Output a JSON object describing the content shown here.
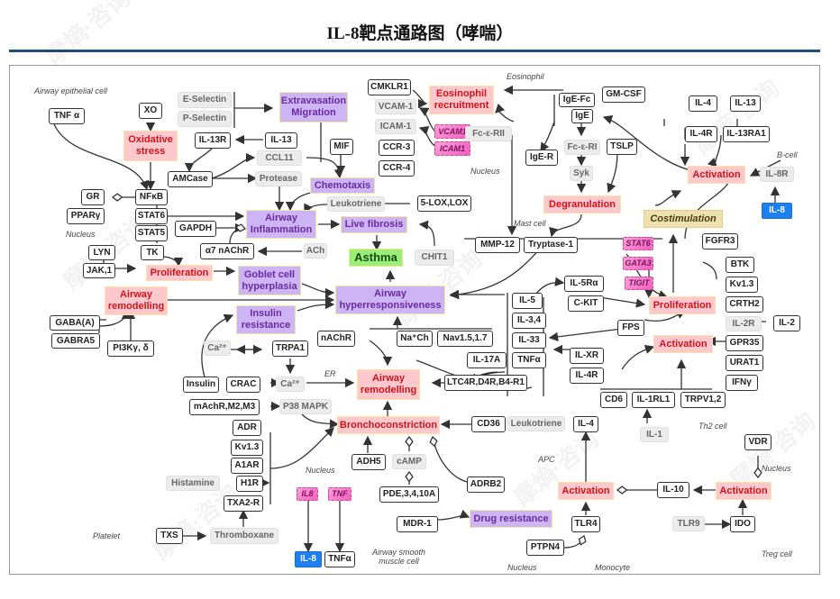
{
  "title": "IL-8靶点通路图（哮喘）",
  "watermark": "摩熵·咨询",
  "regions": {
    "airway_epithelial_cell": "Airway epithelial cell",
    "eosinophil": "Eosinophil",
    "nucleus": "Nucleus",
    "mast_cell": "Mast cell",
    "b_cell": "B-cell",
    "er": "ER",
    "th2_cell": "Th2 cell",
    "apc": "APC",
    "platelet": "Platelet",
    "airway_smooth_muscle_cell": "Airway smooth\nmuscle cell",
    "monocyte": "Monocyte",
    "treg_cell": "Treg cell"
  },
  "nodes": {
    "tnf_alpha_top": "TNF α",
    "xo": "XO",
    "oxidative_stress": "Oxidative\nstress",
    "e_selectin": "E-Selectin",
    "p_selectin": "P-Selectin",
    "extravasation": "Extravasation\nMigration",
    "il13r": "IL-13R",
    "il13_a": "IL-13",
    "amcase": "AMCase",
    "ccl11": "CCL11",
    "protease": "Protease",
    "mif": "MIF",
    "cmklr1": "CMKLR1",
    "vcam1": "VCAM-1",
    "icam1": "ICAM-1",
    "ccr3": "CCR-3",
    "ccr4": "CCR-4",
    "vcam1_gene": "VCAM1",
    "icam1_gene": "ICAM1",
    "eos_recruit": "Eosinophil\nrecruitment",
    "chemotaxis": "Chemotaxis",
    "leukotriene_a": "Leukotriene",
    "lox": "5-LOX,LOX",
    "gr": "GR",
    "pparg": "PPARγ",
    "nfkb": "NFκB",
    "stat6": "STAT6",
    "stat5": "STAT5",
    "gapdh": "GAPDH",
    "airway_inflammation": "Airway\nInflammation",
    "live_fibrosis": "Live fibrosis",
    "a7nachr": "α7 nAChR",
    "ach": "ACh",
    "asthma": "Asthma",
    "chit1": "CHIT1",
    "lyn": "LYN",
    "jak1": "JAK,1",
    "tk": "TK",
    "proliferation_a": "Proliferation",
    "goblet": "Goblet cell\nhyperplasia",
    "airway_remodel_a": "Airway\nremodelling",
    "gabaa": "GABA(A)",
    "gabra5": "GABRA5",
    "pi3k": "PI3Kγ, δ",
    "insulin_res": "Insulin\nresistance",
    "ahr": "Airway\nhyperresponsiveness",
    "ige_fc": "IgE-Fc",
    "gmcsf": "GM-CSF",
    "ige": "IgE",
    "fceRII": "Fc-ε-RII",
    "ige_r": "IgE-R",
    "fceRI": "Fc-ε-RI",
    "syk": "Syk",
    "tslp": "TSLP",
    "degranulation": "Degranulation",
    "mmp12": "MMP-12",
    "tryptase1": "Tryptase-1",
    "il4_a": "IL-4",
    "il13_b": "IL-13",
    "il4r_a": "IL-4R",
    "il13ra1": "IL-13RA1",
    "activation_b": "Activation",
    "il8r": "IL-8R",
    "il8_b": "IL-8",
    "costim": "Costimulation",
    "stat6_gene": "STAT6",
    "gata3_gene": "GATA3",
    "tigit_gene": "TIGIT",
    "fgfr3": "FGFR3",
    "il5ra": "IL-5Rα",
    "ckit": "C-KIT",
    "proliferation_b": "Proliferation",
    "btk": "BTK",
    "kv13_a": "Kv1.3",
    "crth2": "CRTH2",
    "il2r": "IL-2R",
    "il2": "IL-2",
    "fps": "FPS",
    "activation_th2": "Activation",
    "gpr35": "GPR35",
    "urat1": "URAT1",
    "ifng": "IFNγ",
    "ilxr": "IL-XR",
    "il4r_b": "IL-4R",
    "cd6": "CD6",
    "il1rl1": "IL-1RL1",
    "trpv12": "TRPV1,2",
    "il1": "IL-1",
    "il5": "IL-5",
    "il34": "IL-3,4",
    "il33": "IL-33",
    "tnfa_mid": "TNFα",
    "nach": "Na⁺Ch",
    "nav": "Nav1.5,1.7",
    "nachr": "nAChR",
    "il17a": "IL-17A",
    "ltc4r": "LTC4R,D4R,B4-R1",
    "airway_remodel_b": "Airway\nremodelling",
    "ca_a": "Ca²⁺",
    "trpa1": "TRPA1",
    "insulin": "Insulin",
    "crac": "CRAC",
    "ca_b": "Ca²⁺",
    "machr": "mAchR,M2,M3",
    "p38": "P38 MAPK",
    "bronchoconstriction": "Bronchoconstriction",
    "cd36": "CD36",
    "leukotriene_b": "Leukotriene",
    "il4_b": "IL-4",
    "adr": "ADR",
    "kv13_b": "Kv1.3",
    "a1ar": "A1AR",
    "histamine": "Histamine",
    "h1r": "H1R",
    "txa2r": "TXA2-R",
    "txs": "TXS",
    "thromboxane": "Thromboxane",
    "adh5": "ADH5",
    "camp": "cAMP",
    "pde": "PDE,3,4,10A",
    "adrb2": "ADRB2",
    "il8_gene": "IL8",
    "tnf_gene": "TNF",
    "il8_c": "IL-8",
    "tnfa_bot": "TNFα",
    "mdr1": "MDR-1",
    "drug_res": "Drug resistance",
    "activation_mono": "Activation",
    "il10": "IL-10",
    "activation_treg": "Activation",
    "vdr": "VDR",
    "tlr4": "TLR4",
    "ptpn4": "PTPN4",
    "tlr9": "TLR9",
    "ido": "IDO"
  },
  "colors": {
    "rule": "#1f4e79",
    "phenotype_purple": "#cdb4f5",
    "process_red": "#ffc8cc",
    "asthma_green": "#98f07a",
    "target_blue": "#1e7ff0",
    "gene_pink": "#f05fc0",
    "costim_yellow": "#ede1b0"
  }
}
